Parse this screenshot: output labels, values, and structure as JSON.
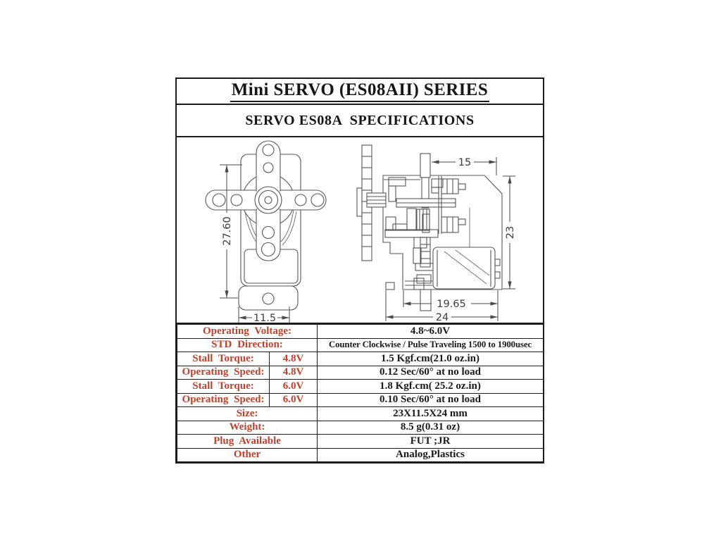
{
  "header": {
    "title": "Mini SERVO (ES08AII) SERIES",
    "subtitle": "SERVO ES08A  SPECIFICATIONS"
  },
  "diagrams": {
    "front_view": {
      "height_dim": "27.60",
      "width_dim": "11.5"
    },
    "side_view": {
      "top_width_dim": "15",
      "height_dim": "23",
      "lower_width_dim": "19.65",
      "total_width_dim": "24"
    }
  },
  "spec_table": {
    "rows": [
      {
        "label": "Operating Voltage:",
        "value": "4.8~6.0V"
      },
      {
        "label": "STD Direction:",
        "value": "Counter Clockwise / Pulse Traveling 1500 to 1900usec"
      },
      {
        "label": "Stall Torque:",
        "condition": "4.8V",
        "value": "1.5 Kgf.cm(21.0 oz.in)"
      },
      {
        "label": "Operating Speed:",
        "condition": "4.8V",
        "value": "0.12 Sec/60° at no load"
      },
      {
        "label": "Stall Torque:",
        "condition": "6.0V",
        "value": "1.8 Kgf.cm( 25.2 oz.in)"
      },
      {
        "label": "Operating Speed:",
        "condition": "6.0V",
        "value": "0.10 Sec/60° at no load"
      },
      {
        "label": "Size:",
        "value": "23X11.5X24 mm"
      },
      {
        "label": "Weight:",
        "value": "8.5 g(0.31 oz)"
      },
      {
        "label": "Plug Available",
        "value": "FUT ;JR"
      },
      {
        "label": "Other",
        "value": "Analog,Plastics"
      }
    ]
  },
  "colors": {
    "label_red": "#c2402a",
    "gear_highlight": "#f1ecc8",
    "border_dark": "#1c1c1c",
    "diagram_line": "#565656"
  }
}
